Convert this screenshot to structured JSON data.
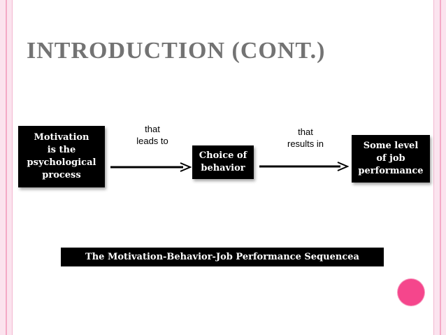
{
  "slide": {
    "title": "INTRODUCTION (CONT.)",
    "boxes": [
      {
        "label": "Motivation\nis the\npsychological\nprocess"
      },
      {
        "label": "Choice of\nbehavior"
      },
      {
        "label": "Some level\nof job\nperformance"
      }
    ],
    "connectors": [
      {
        "label": "that\nleads to"
      },
      {
        "label": "that\nresults in"
      }
    ],
    "caption": "The Motivation-Behavior-Job Performance Sequencea"
  },
  "colors": {
    "title": "#737373",
    "box_bg": "#000000",
    "box_text": "#ffffff",
    "accent_pink": "#f5468c",
    "stripe_pink": "#fbe3ee"
  }
}
